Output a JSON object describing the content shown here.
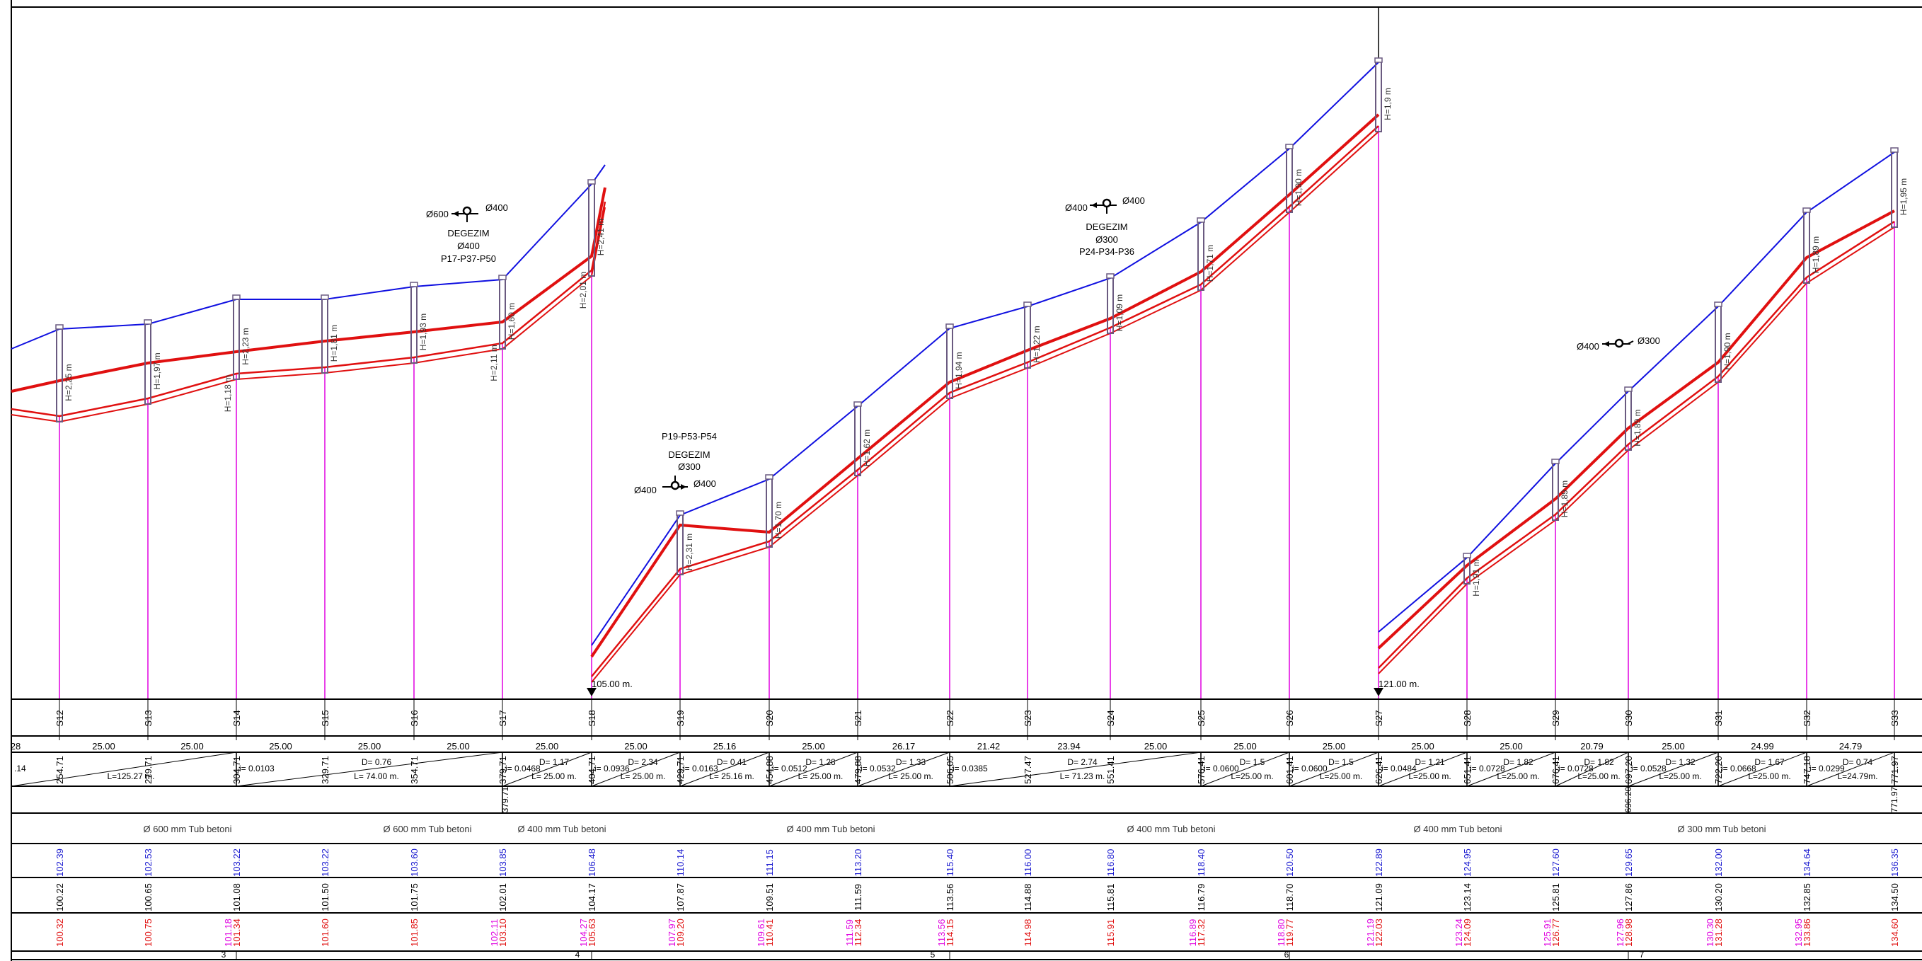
{
  "drawing": {
    "colors": {
      "ground": "#1010e0",
      "pipe": "#e01010",
      "station_line": "#e000e0",
      "frame": "#000000",
      "manhole": "#6a5a80",
      "blue_text": "#1a1ad0",
      "red_text": "#e01010",
      "magenta_text": "#e000e0"
    }
  },
  "stations": [
    {
      "name": "S12",
      "chainage": "254.71",
      "ground": "102.39",
      "invert": "100.22",
      "elev": "100.32",
      "elev_alt": "",
      "height_label": "H=2,25 m",
      "height_label2": ""
    },
    {
      "name": "S13",
      "chainage": "279.71",
      "ground": "102.53",
      "invert": "100.65",
      "elev": "100.75",
      "elev_alt": "",
      "height_label": "H=1,97 m",
      "height_label2": ""
    },
    {
      "name": "S14",
      "chainage": "304.71",
      "ground": "103.22",
      "invert": "101.08",
      "elev": "101.34",
      "elev_alt": "101.18",
      "height_label": "H=2,23 m",
      "height_label2": "H=1,18 m"
    },
    {
      "name": "S15",
      "chainage": "329.71",
      "ground": "103.22",
      "invert": "101.50",
      "elev": "101.60",
      "elev_alt": "",
      "height_label": "H=1,81 m",
      "height_label2": ""
    },
    {
      "name": "S16",
      "chainage": "354.71",
      "ground": "103.60",
      "invert": "101.75",
      "elev": "101.85",
      "elev_alt": "",
      "height_label": "H=1,93 m",
      "height_label2": ""
    },
    {
      "name": "S17",
      "chainage": "379.71",
      "ground": "103.85",
      "invert": "102.01",
      "elev": "103.10",
      "elev_alt": "102.11",
      "height_label": "H=1,60 m",
      "height_label2": "H=2,11 m"
    },
    {
      "name": "S18",
      "chainage": "404.71",
      "ground": "106.48",
      "invert": "104.17",
      "elev": "105.63",
      "elev_alt": "104.27",
      "height_label": "H=2,41 m",
      "height_label2": "H=2,01 m"
    },
    {
      "name": "S19",
      "chainage": "429.71",
      "ground": "110.14",
      "invert": "107.87",
      "elev": "109.20",
      "elev_alt": "107.97",
      "height_label": "H=2,31 m",
      "height_label2": ""
    },
    {
      "name": "S20",
      "chainage": "454.88",
      "ground": "111.15",
      "invert": "109.51",
      "elev": "110.41",
      "elev_alt": "109.61",
      "height_label": "H=1,70 m",
      "height_label2": ""
    },
    {
      "name": "S21",
      "chainage": "479.88",
      "ground": "113.20",
      "invert": "111.59",
      "elev": "112.34",
      "elev_alt": "111.59",
      "height_label": "H=1,62 m",
      "height_label2": ""
    },
    {
      "name": "S22",
      "chainage": "506.05",
      "ground": "115.40",
      "invert": "113.56",
      "elev": "114.15",
      "elev_alt": "113.56",
      "height_label": "H=1,94 m",
      "height_label2": ""
    },
    {
      "name": "S23",
      "chainage": "527.47",
      "ground": "116.00",
      "invert": "114.88",
      "elev": "114.98",
      "elev_alt": "",
      "height_label": "H=1,22 m",
      "height_label2": ""
    },
    {
      "name": "S24",
      "chainage": "551.41",
      "ground": "116.80",
      "invert": "115.81",
      "elev": "115.91",
      "elev_alt": "",
      "height_label": "H=1,09 m",
      "height_label2": ""
    },
    {
      "name": "S25",
      "chainage": "576.41",
      "ground": "118.40",
      "invert": "116.79",
      "elev": "117.32",
      "elev_alt": "116.89",
      "height_label": "H=1,71 m",
      "height_label2": ""
    },
    {
      "name": "S26",
      "chainage": "601.41",
      "ground": "120.50",
      "invert": "118.70",
      "elev": "119.77",
      "elev_alt": "118.80",
      "height_label": "H=1,90 m",
      "height_label2": ""
    },
    {
      "name": "S27",
      "chainage": "626.41",
      "ground": "122.89",
      "invert": "121.09",
      "elev": "122.03",
      "elev_alt": "121.19",
      "height_label": "H=1,9 m",
      "height_label2": ""
    },
    {
      "name": "S28",
      "chainage": "651.41",
      "ground": "124.95",
      "invert": "123.14",
      "elev": "124.09",
      "elev_alt": "123.24",
      "height_label": "H=1,91 m",
      "height_label2": ""
    },
    {
      "name": "S29",
      "chainage": "676.41",
      "ground": "127.60",
      "invert": "125.81",
      "elev": "126.77",
      "elev_alt": "125.91",
      "height_label": "H=1,89 m",
      "height_label2": ""
    },
    {
      "name": "S30",
      "chainage": "697.20",
      "ground": "129.65",
      "invert": "127.86",
      "elev": "128.98",
      "elev_alt": "127.96",
      "height_label": "H=1,89 m",
      "height_label2": ""
    },
    {
      "name": "S31",
      "chainage": "722.20",
      "ground": "132.00",
      "invert": "130.20",
      "elev": "131.28",
      "elev_alt": "130.30",
      "height_label": "H=1,90 m",
      "height_label2": ""
    },
    {
      "name": "S32",
      "chainage": "747.18",
      "ground": "134.64",
      "invert": "132.85",
      "elev": "133.86",
      "elev_alt": "132.95",
      "height_label": "H=1,89 m",
      "height_label2": ""
    },
    {
      "name": "S33",
      "chainage": "771.97",
      "ground": "136.35",
      "invert": "134.50",
      "elev": "134.60",
      "elev_alt": "",
      "height_label": "H=1,95 m",
      "height_label2": ""
    }
  ],
  "distances": [
    "28",
    "25.00",
    "25.00",
    "25.00",
    "25.00",
    "25.00",
    "25.00",
    "25.00",
    "25.16",
    "25.00",
    "26.17",
    "21.42",
    "23.94",
    "25.00",
    "25.00",
    "25.00",
    "25.00",
    "25.00",
    "20.79",
    "25.00",
    "24.99",
    "24.79"
  ],
  "slopes": [
    {
      "i": ".14",
      "L": "L=125.27 m.",
      "D": ""
    },
    {
      "i": "i= 0.0103",
      "L": "L= 74.00 m.",
      "D": "D= 0.76"
    },
    {
      "i": "i= 0.0468",
      "L": "L= 25.00 m.",
      "D": "D= 1.17"
    },
    {
      "i": "i= 0.0936",
      "L": "L= 25.00 m.",
      "D": "D= 2.34"
    },
    {
      "i": "i= 0.0163",
      "L": "L= 25.16 m.",
      "D": "D= 0.41"
    },
    {
      "i": "i= 0.0512",
      "L": "L= 25.00 m.",
      "D": "D= 1.28"
    },
    {
      "i": "i= 0.0532",
      "L": "L= 25.00 m.",
      "D": "D= 1.33"
    },
    {
      "i": "i= 0.0385",
      "L": "L= 71.23 m.",
      "D": "D= 2.74"
    },
    {
      "i": "i= 0.0600",
      "L": "L=25.00 m.",
      "D": "D= 1.5"
    },
    {
      "i": "i= 0.0600",
      "L": "L=25.00 m.",
      "D": "D= 1.5"
    },
    {
      "i": "i= 0.0484",
      "L": "L=25.00 m.",
      "D": "D= 1.21"
    },
    {
      "i": "i= 0.0728",
      "L": "L=25.00 m.",
      "D": "D= 1.82"
    },
    {
      "i": "i= 0.0728",
      "L": "L=25.00 m.",
      "D": "D= 1.82"
    },
    {
      "i": "i= 0.0528",
      "L": "L=25.00 m.",
      "D": "D= 1.32"
    },
    {
      "i": "i= 0.0668",
      "L": "L=25.00 m.",
      "D": "D= 1.67"
    },
    {
      "i": "i= 0.0299",
      "L": "L=24.79m.",
      "D": "D= 0.74"
    }
  ],
  "pipe_labels": [
    "Ø 600 mm Tub betoni",
    "Ø 600 mm Tub betoni",
    "Ø 400 mm Tub betoni",
    "Ø 400 mm Tub betoni",
    "Ø 400 mm Tub betoni",
    "Ø 400 mm Tub betoni",
    "Ø 300 mm Tub betoni"
  ],
  "pipe_change_values": [
    "379.71",
    "696.20",
    "771.97"
  ],
  "bottom_numbers": [
    "3",
    "4",
    "5",
    "6",
    "7"
  ],
  "datum_labels": [
    "105.00 m.",
    "121.00 m."
  ],
  "annotations": {
    "a1": {
      "top": "Ø600",
      "top_right": "Ø400",
      "title": "DEGEZIM",
      "dia": "Ø400",
      "ref": "P17-P37-P50"
    },
    "a2": {
      "ref": "P19-P53-P54",
      "title": "DEGEZIM",
      "dia": "Ø300",
      "left": "Ø400",
      "right": "Ø400"
    },
    "a3": {
      "top": "Ø400",
      "top_right": "Ø400",
      "title": "DEGEZIM",
      "dia": "Ø300",
      "ref": "P24-P34-P36"
    },
    "a4": {
      "left": "Ø400",
      "right": "Ø300"
    }
  }
}
